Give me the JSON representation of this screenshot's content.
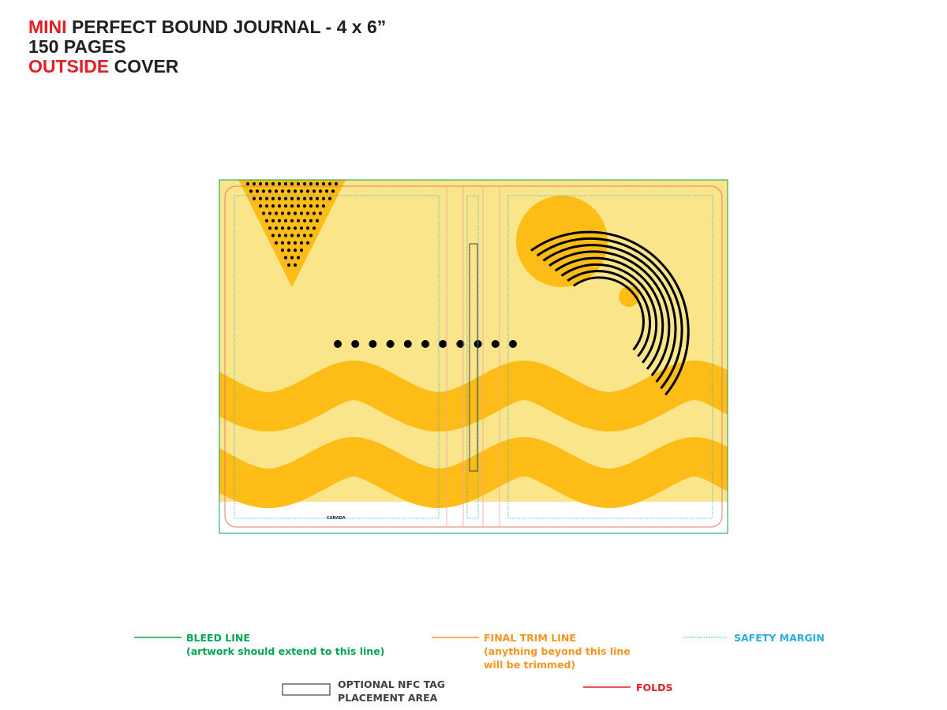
{
  "header": {
    "line1_accent": "MINI",
    "line1_rest": " PERFECT BOUND JOURNAL - 4 x 6”",
    "line2": "150 PAGES",
    "line3_accent": "OUTSIDE",
    "line3_rest": " COVER"
  },
  "cover": {
    "back_label": "CANADA",
    "colors": {
      "background": "#fae58b",
      "accent": "#fdbd16",
      "ink": "#000000",
      "bleed": "#00a651",
      "trim": "#f7941d",
      "safety": "#29abe2",
      "folds": "#e31e24",
      "nfc": "#414042"
    }
  },
  "legend": {
    "bleed": {
      "title": "BLEED LINE",
      "note": "(artwork should extend to this line)"
    },
    "trim": {
      "title": "FINAL TRIM LINE",
      "note1": "(anything beyond this line",
      "note2": "will be trimmed)"
    },
    "safety": {
      "title": "SAFETY MARGIN"
    },
    "nfc": {
      "line1": "OPTIONAL NFC TAG",
      "line2": "PLACEMENT AREA"
    },
    "folds": {
      "title": "FOLDS"
    }
  }
}
